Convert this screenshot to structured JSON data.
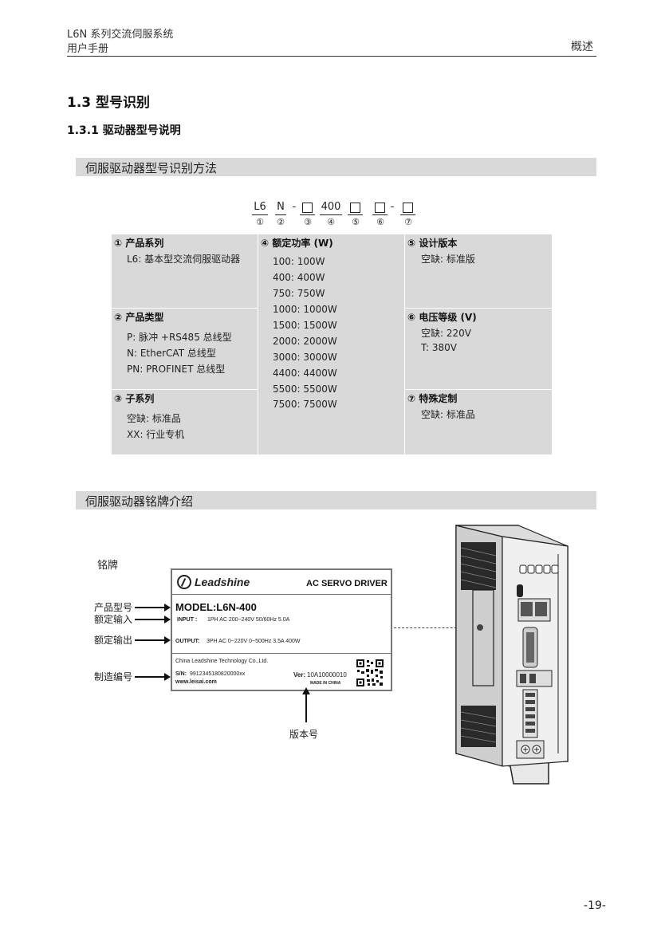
{
  "header": {
    "doc_title": "L6N 系列交流伺服系统",
    "doc_subtitle": "用户手册",
    "section_name": "概述"
  },
  "section": {
    "number_title": "1.3  型号识别"
  },
  "subsection": {
    "number_title": "1.3.1  驱动器型号说明"
  },
  "bar1": {
    "title": "伺服驱动器型号识别方法"
  },
  "code": {
    "parts": [
      "L6",
      "N",
      "-",
      "400",
      "-"
    ],
    "nums": [
      "①",
      "②",
      "③",
      "④",
      "⑤",
      "⑥",
      "⑦"
    ]
  },
  "cells": {
    "c1": {
      "title": "① 产品系列",
      "lines": [
        "L6: 基本型交流伺服驱动器"
      ]
    },
    "c2": {
      "title": "② 产品类型",
      "lines": [
        "P: 脉冲 +RS485 总线型",
        "N: EtherCAT 总线型",
        "PN: PROFINET 总线型"
      ]
    },
    "c3": {
      "title": "③ 子系列",
      "lines": [
        "空缺: 标准品",
        "XX: 行业专机"
      ]
    },
    "c4": {
      "title": "④ 额定功率 (W)",
      "lines": [
        "100: 100W",
        "400: 400W",
        "750: 750W",
        "1000: 1000W",
        "1500: 1500W",
        "2000: 2000W",
        "3000: 3000W",
        "4400: 4400W",
        "5500: 5500W",
        "7500: 7500W"
      ]
    },
    "c5": {
      "title": "⑤ 设计版本",
      "lines": [
        "空缺: 标准版"
      ]
    },
    "c6": {
      "title": "⑥ 电压等级 (V)",
      "lines": [
        "空缺: 220V",
        "T: 380V"
      ]
    },
    "c7": {
      "title": "⑦ 特殊定制",
      "lines": [
        "空缺: 标准品"
      ]
    }
  },
  "bar2": {
    "title": "伺服驱动器铭牌介绍"
  },
  "nameplate": {
    "section_label": "铭牌",
    "logo_text": "Leadshine",
    "header_right": "AC SERVO DRIVER",
    "model": "MODEL:L6N-400",
    "input_label": "INPUT :",
    "input_value": "1PH AC 200~240V 50/60Hz  5.0A",
    "output_label": "OUTPUT:",
    "output_value": "3PH AC 0~220V 0~500Hz  3.5A  400W",
    "company": "China Leadshine Technology Co.,Ltd.",
    "sn_label": "S/N:",
    "sn_value": "9912345180820000xx",
    "website": "www.leisai.com",
    "ver_label": "Ver:",
    "ver_value": "10A10000010",
    "made_in": "MADE IN CHINA"
  },
  "callouts": {
    "model": "产品型号",
    "input": "额定输入",
    "output": "额定输出",
    "serial": "制造编号",
    "version": "版本号"
  },
  "footer": {
    "page_number": "-19-"
  }
}
